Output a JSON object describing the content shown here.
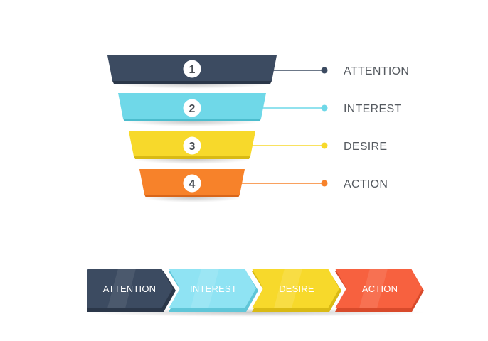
{
  "funnel": {
    "stages": [
      {
        "number": "1",
        "label": "ATTENTION",
        "color": "#3c4b61",
        "shade": "#2b3749"
      },
      {
        "number": "2",
        "label": "INTEREST",
        "color": "#6fd8e8",
        "shade": "#4bbccd"
      },
      {
        "number": "3",
        "label": "DESIRE",
        "color": "#f7d92b",
        "shade": "#d9ba14"
      },
      {
        "number": "4",
        "label": "ACTION",
        "color": "#f7822a",
        "shade": "#d8661a"
      }
    ]
  },
  "process": {
    "steps": [
      {
        "label": "ATTENTION",
        "color": "#3c4b61",
        "shade": "#2b3749"
      },
      {
        "label": "INTEREST",
        "color": "#8fe3f3",
        "shade": "#5fc6d8"
      },
      {
        "label": "DESIRE",
        "color": "#f7d92b",
        "shade": "#d9ba14"
      },
      {
        "label": "ACTION",
        "color": "#f7613f",
        "shade": "#d84a2b"
      }
    ]
  }
}
